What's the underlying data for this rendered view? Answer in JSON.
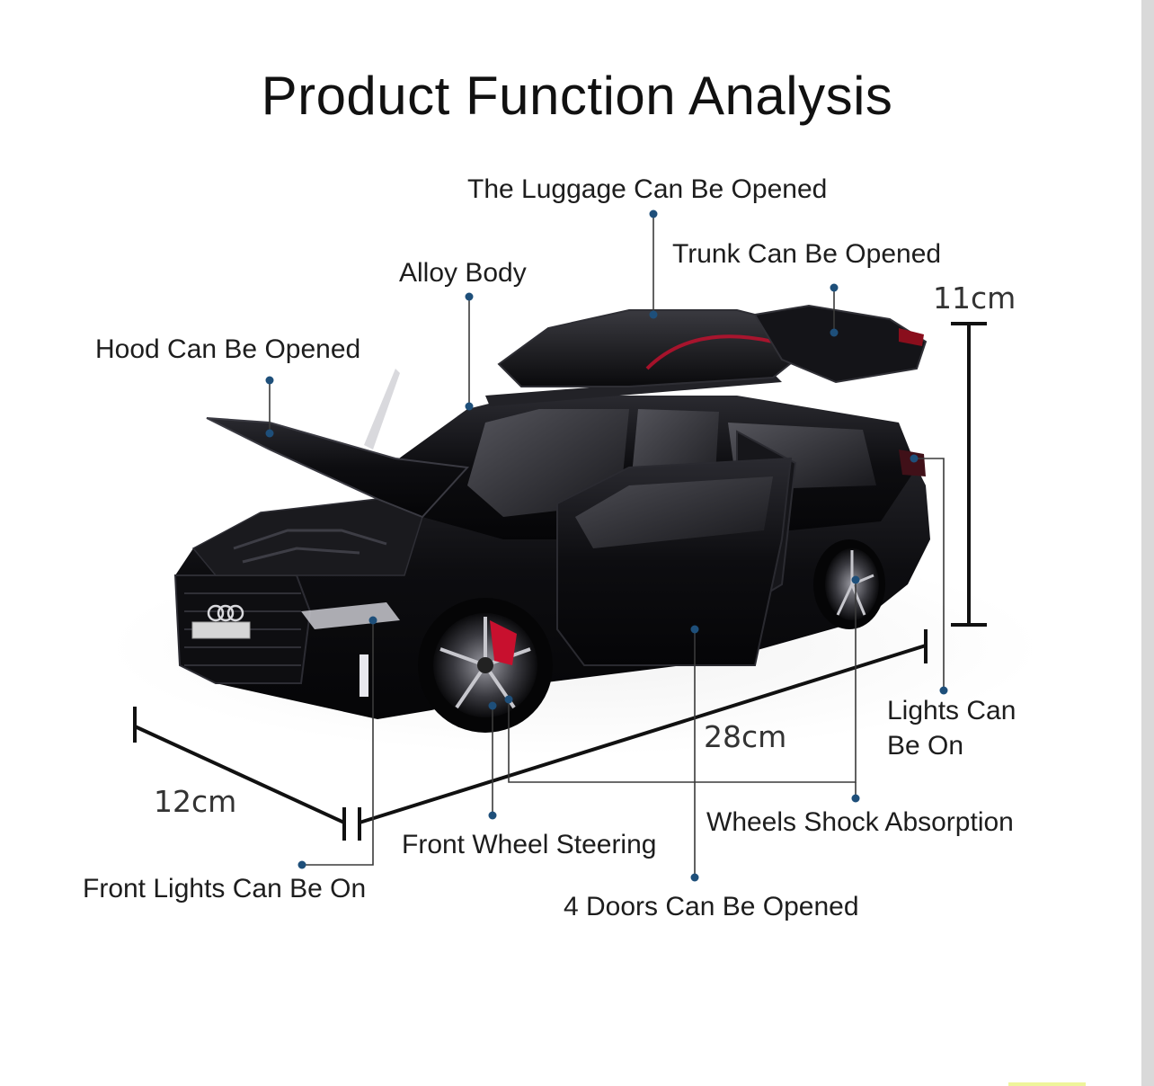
{
  "title": "Product Function Analysis",
  "labels": {
    "luggage": "The Luggage Can Be Opened",
    "trunk": "Trunk Can Be Opened",
    "alloy": "Alloy Body",
    "hood": "Hood Can Be Opened",
    "lights_1": "Lights Can",
    "lights_2": "Be On",
    "shock": "Wheels Shock Absorption",
    "steering": "Front Wheel Steering",
    "front_lights": "Front Lights Can Be On",
    "doors": "4 Doors Can Be Opened"
  },
  "dimensions": {
    "height": "11cm",
    "length": "28cm",
    "width": "12cm"
  },
  "colors": {
    "background": "#ffffff",
    "text": "#1d1d1d",
    "dot": "#1e4f7a",
    "car_body": "#0c0c0f",
    "accent_red": "#c8102e"
  }
}
